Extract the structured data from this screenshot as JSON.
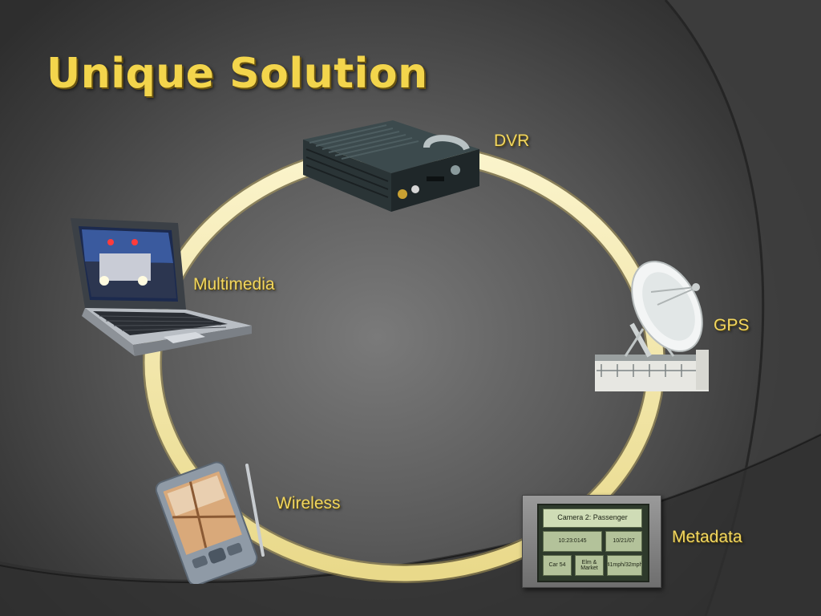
{
  "slide": {
    "title": "Unique Solution"
  },
  "nodes": {
    "dvr": {
      "label": "DVR"
    },
    "gps": {
      "label": "GPS"
    },
    "metadata": {
      "label": "Metadata",
      "screen": {
        "camera": "Camera 2: Passenger",
        "time": "10:23:0145",
        "date": "10/21/07",
        "car": "Car 54",
        "location": "Elm & Market",
        "speed": "41mph/32mph"
      }
    },
    "wireless": {
      "label": "Wireless"
    },
    "multimedia": {
      "label": "Multimedia"
    }
  },
  "colors": {
    "title": "#f3d54c",
    "label": "#f1d661",
    "ring": "#f6eab0",
    "background": "#5a5a5a"
  },
  "icons": [
    "dvr-icon",
    "satellite-dish-icon",
    "metadata-screen-icon",
    "pda-icon",
    "laptop-icon"
  ]
}
